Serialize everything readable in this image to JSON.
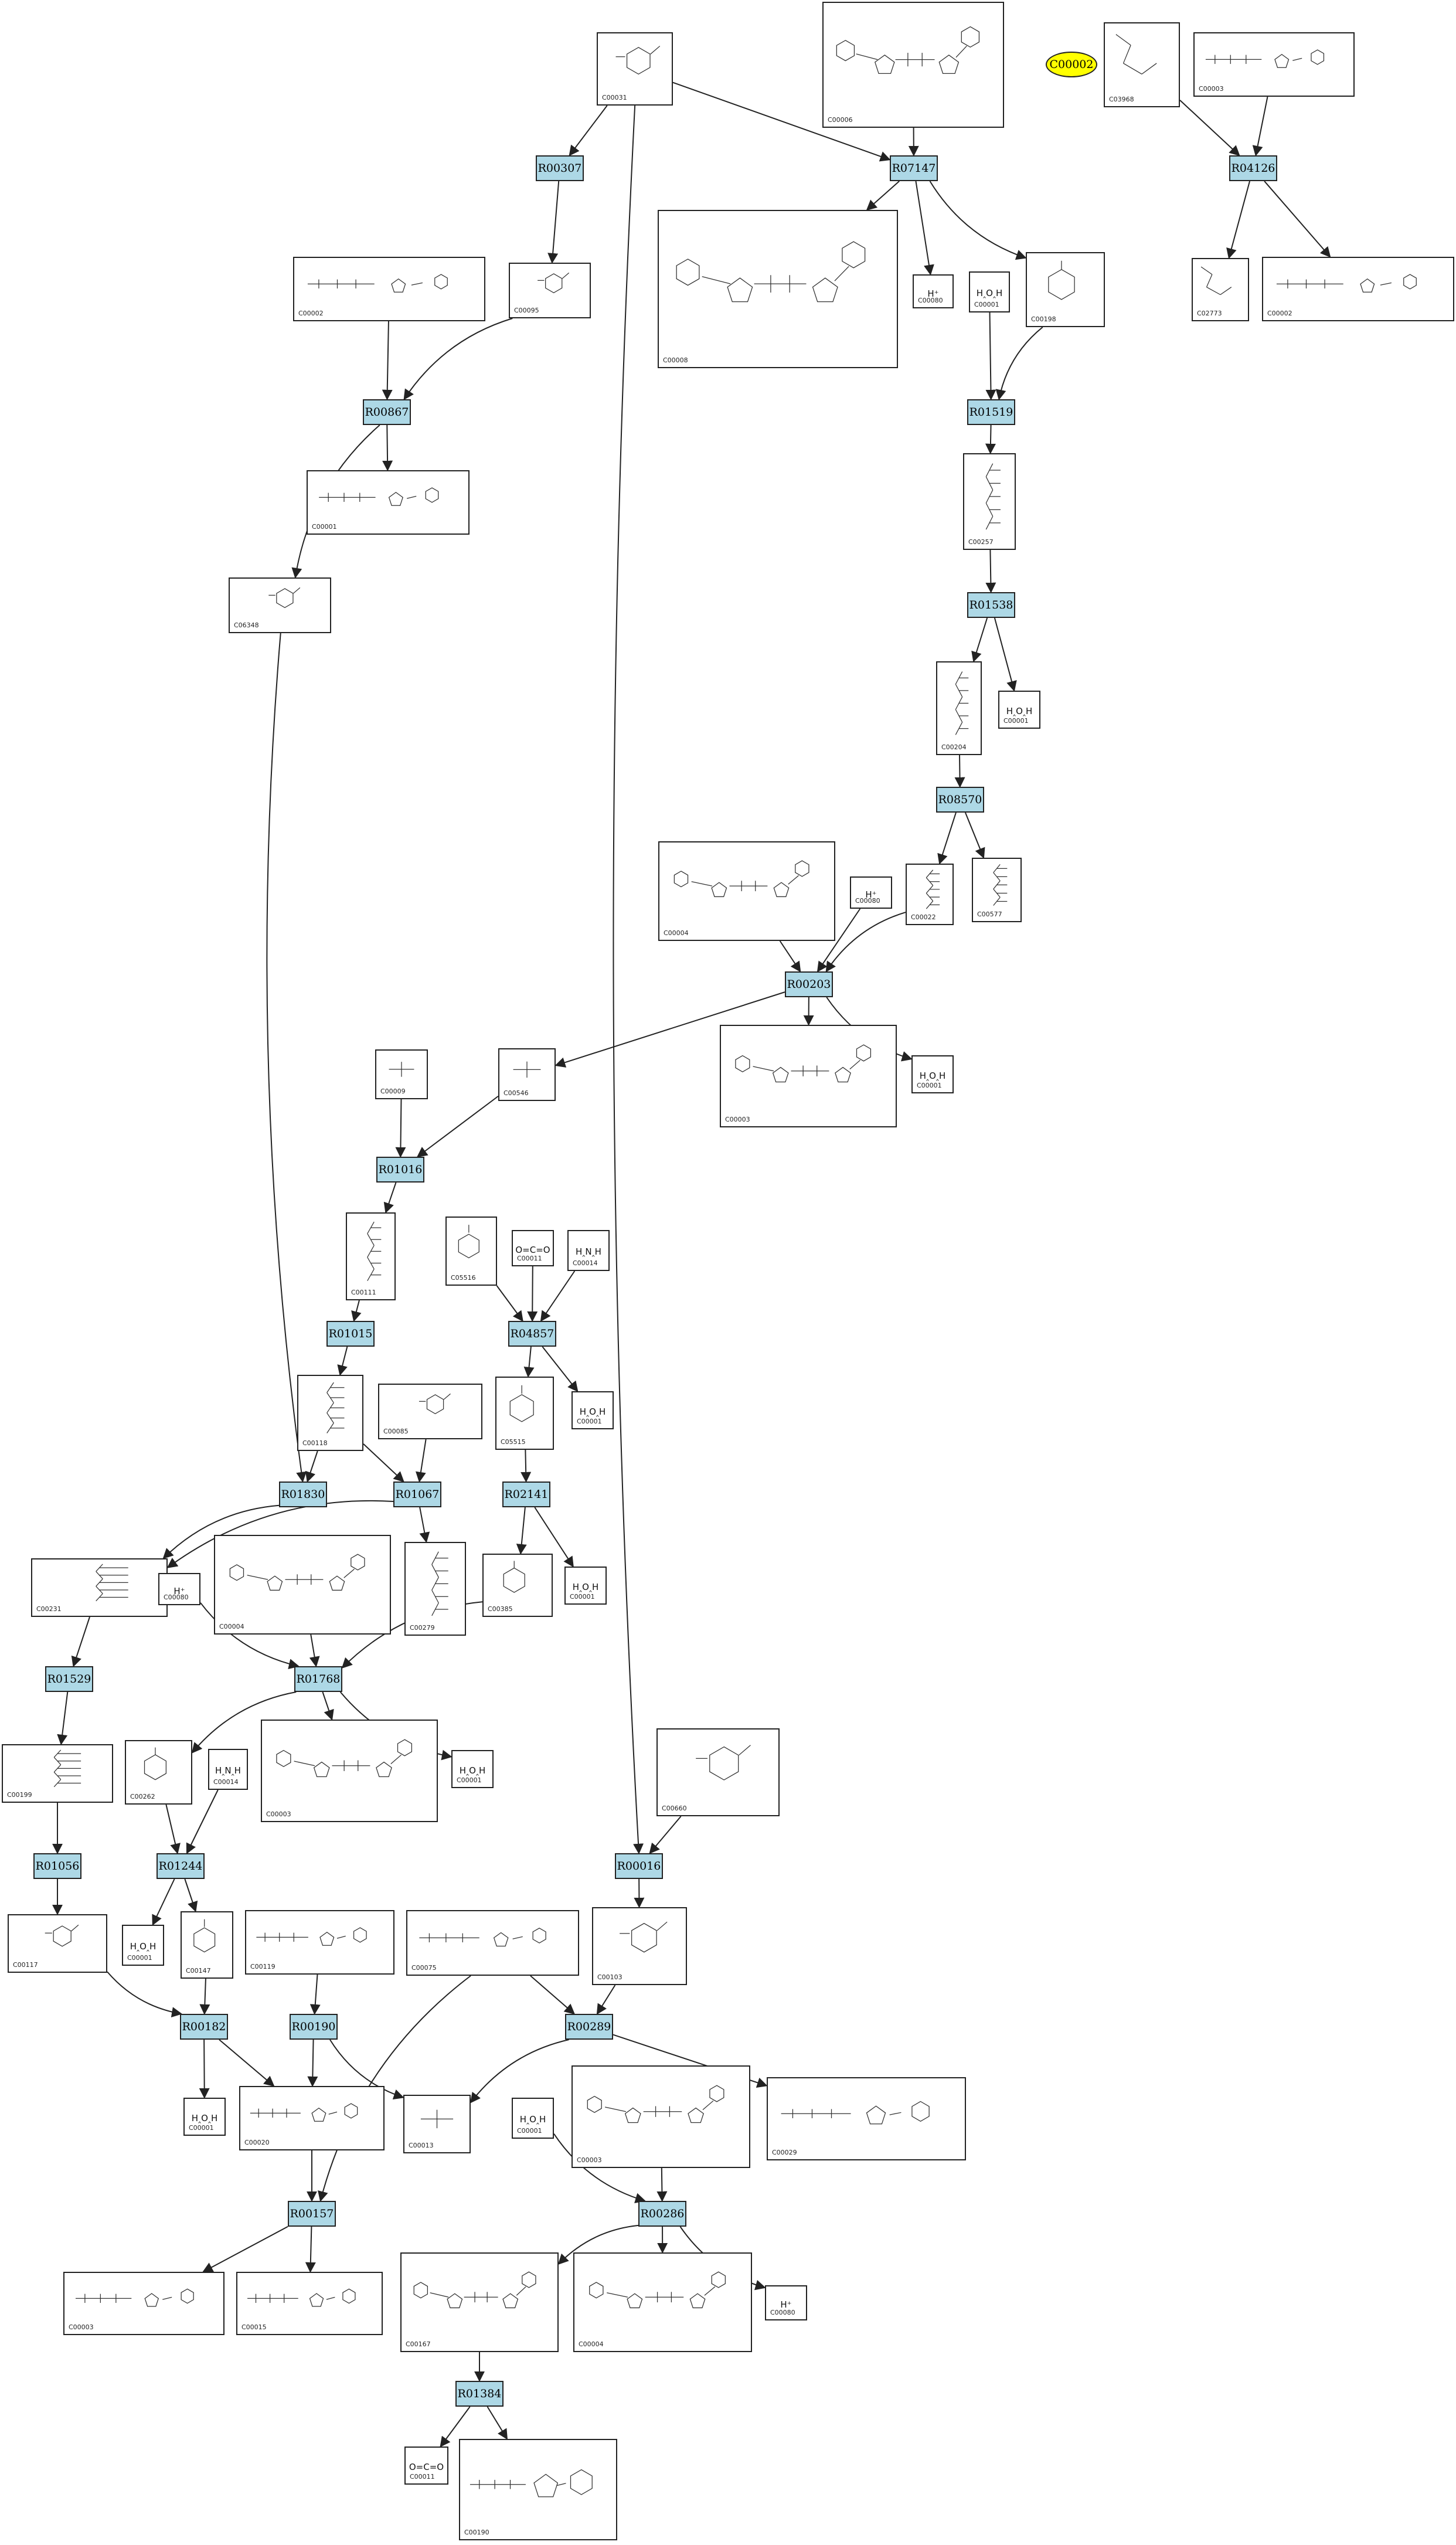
{
  "reactions": [
    {
      "id": "r1",
      "label": "R00307"
    },
    {
      "id": "r2",
      "label": "R07147"
    },
    {
      "id": "r3",
      "label": "R04126"
    },
    {
      "id": "r4",
      "label": "R00867"
    },
    {
      "id": "r5",
      "label": "R01519"
    },
    {
      "id": "r6",
      "label": "R01538"
    },
    {
      "id": "r7",
      "label": "R08570"
    },
    {
      "id": "r8",
      "label": "R00203"
    },
    {
      "id": "r9",
      "label": "R01016"
    },
    {
      "id": "r10",
      "label": "R01015"
    },
    {
      "id": "r11",
      "label": "R04857"
    },
    {
      "id": "r12",
      "label": "R01830"
    },
    {
      "id": "r13",
      "label": "R01067"
    },
    {
      "id": "r14",
      "label": "R02141"
    },
    {
      "id": "r15",
      "label": "R01529"
    },
    {
      "id": "r16",
      "label": "R01768"
    },
    {
      "id": "r17",
      "label": "R01056"
    },
    {
      "id": "r18",
      "label": "R01244"
    },
    {
      "id": "r19",
      "label": "R00016"
    },
    {
      "id": "r20",
      "label": "R00182"
    },
    {
      "id": "r21",
      "label": "R00190"
    },
    {
      "id": "r22",
      "label": "R00289"
    },
    {
      "id": "r23",
      "label": "R00286"
    },
    {
      "id": "r24",
      "label": "R00157"
    },
    {
      "id": "r25",
      "label": "R01384"
    }
  ],
  "compounds": [
    {
      "id": "c1",
      "label": "C00031",
      "kind": "sugar"
    },
    {
      "id": "c2",
      "label": "C00006",
      "kind": "big"
    },
    {
      "id": "c3",
      "label": "C03968",
      "kind": "lipid"
    },
    {
      "id": "c4",
      "label": "C00003",
      "kind": "nuc"
    },
    {
      "id": "c5",
      "label": "C00095",
      "kind": "sugar"
    },
    {
      "id": "c6",
      "label": "C00002",
      "kind": "nuc"
    },
    {
      "id": "c7",
      "label": "C00008",
      "kind": "big"
    },
    {
      "id": "c8",
      "label": "C00080",
      "kind": "formula",
      "formula": "H⁺"
    },
    {
      "id": "c9",
      "label": "C00001",
      "kind": "formula",
      "formula": "H‸O‸H"
    },
    {
      "id": "c10",
      "label": "C00198",
      "kind": "ring"
    },
    {
      "id": "c11",
      "label": "C02773",
      "kind": "lipid"
    },
    {
      "id": "c12",
      "label": "C00002",
      "kind": "nuc"
    },
    {
      "id": "c13",
      "label": "C00001",
      "kind": "nuc"
    },
    {
      "id": "c14",
      "label": "C00257",
      "kind": "chain"
    },
    {
      "id": "c15",
      "label": "C06348",
      "kind": "sugar"
    },
    {
      "id": "c16",
      "label": "C00204",
      "kind": "chain"
    },
    {
      "id": "c17",
      "label": "C00001",
      "kind": "formula",
      "formula": "H‸O‸H"
    },
    {
      "id": "c18",
      "label": "C00004",
      "kind": "big"
    },
    {
      "id": "c19",
      "label": "C00080",
      "kind": "formula",
      "formula": "H⁺"
    },
    {
      "id": "c20",
      "label": "C00022",
      "kind": "chain"
    },
    {
      "id": "c21",
      "label": "C00577",
      "kind": "chain"
    },
    {
      "id": "c22",
      "label": "C00003",
      "kind": "big"
    },
    {
      "id": "c23",
      "label": "C00001",
      "kind": "formula",
      "formula": "H‸O‸H"
    },
    {
      "id": "c24",
      "label": "C00009",
      "kind": "small"
    },
    {
      "id": "c25",
      "label": "C00546",
      "kind": "small"
    },
    {
      "id": "c26",
      "label": "C00111",
      "kind": "chain"
    },
    {
      "id": "c27",
      "label": "C05516",
      "kind": "ring"
    },
    {
      "id": "c28",
      "label": "C00011",
      "kind": "formula",
      "formula": "O=C=O"
    },
    {
      "id": "c29",
      "label": "C00014",
      "kind": "formula",
      "formula": "H‸N‸H"
    },
    {
      "id": "c30",
      "label": "C00001",
      "kind": "formula",
      "formula": "H‸O‸H"
    },
    {
      "id": "c31",
      "label": "C00118",
      "kind": "chain"
    },
    {
      "id": "c32",
      "label": "C00085",
      "kind": "sugar"
    },
    {
      "id": "c33",
      "label": "C05515",
      "kind": "ring"
    },
    {
      "id": "c34",
      "label": "C00231",
      "kind": "chain"
    },
    {
      "id": "c35",
      "label": "C00080",
      "kind": "formula",
      "formula": "H⁺"
    },
    {
      "id": "c36",
      "label": "C00004",
      "kind": "big"
    },
    {
      "id": "c37",
      "label": "C00279",
      "kind": "chain"
    },
    {
      "id": "c38",
      "label": "C00385",
      "kind": "ring"
    },
    {
      "id": "c39",
      "label": "C00001",
      "kind": "formula",
      "formula": "H‸O‸H"
    },
    {
      "id": "c40",
      "label": "C00199",
      "kind": "chain"
    },
    {
      "id": "c41",
      "label": "C00262",
      "kind": "ring"
    },
    {
      "id": "c42",
      "label": "C00014",
      "kind": "formula",
      "formula": "H‸N‸H"
    },
    {
      "id": "c43",
      "label": "C00003",
      "kind": "big"
    },
    {
      "id": "c44",
      "label": "C00001",
      "kind": "formula",
      "formula": "H‸O‸H"
    },
    {
      "id": "c45",
      "label": "C00660",
      "kind": "sugar"
    },
    {
      "id": "c46",
      "label": "C00117",
      "kind": "sugar"
    },
    {
      "id": "c47",
      "label": "C00001",
      "kind": "formula",
      "formula": "H‸O‸H"
    },
    {
      "id": "c48",
      "label": "C00147",
      "kind": "ring"
    },
    {
      "id": "c49",
      "label": "C00119",
      "kind": "nuc"
    },
    {
      "id": "c50",
      "label": "C00075",
      "kind": "nuc"
    },
    {
      "id": "c51",
      "label": "C00103",
      "kind": "sugar"
    },
    {
      "id": "c52",
      "label": "C00001",
      "kind": "formula",
      "formula": "H‸O‸H"
    },
    {
      "id": "c53",
      "label": "C00020",
      "kind": "nuc"
    },
    {
      "id": "c54",
      "label": "C00013",
      "kind": "small"
    },
    {
      "id": "c55",
      "label": "C00001",
      "kind": "formula",
      "formula": "H‸O‸H"
    },
    {
      "id": "c56",
      "label": "C00003",
      "kind": "big"
    },
    {
      "id": "c57",
      "label": "C00029",
      "kind": "nuc"
    },
    {
      "id": "c58",
      "label": "C00003",
      "kind": "nuc"
    },
    {
      "id": "c59",
      "label": "C00015",
      "kind": "nuc"
    },
    {
      "id": "c60",
      "label": "C00167",
      "kind": "big"
    },
    {
      "id": "c61",
      "label": "C00004",
      "kind": "big"
    },
    {
      "id": "c62",
      "label": "C00080",
      "kind": "formula",
      "formula": "H⁺"
    },
    {
      "id": "c63",
      "label": "C00011",
      "kind": "formula",
      "formula": "O=C=O"
    },
    {
      "id": "c64",
      "label": "C00190",
      "kind": "nuc"
    }
  ],
  "highlight": {
    "label": "C00002",
    "color": "#ffff00"
  },
  "colors": {
    "reaction_fill": "#add8e6",
    "edge": "#222222"
  }
}
